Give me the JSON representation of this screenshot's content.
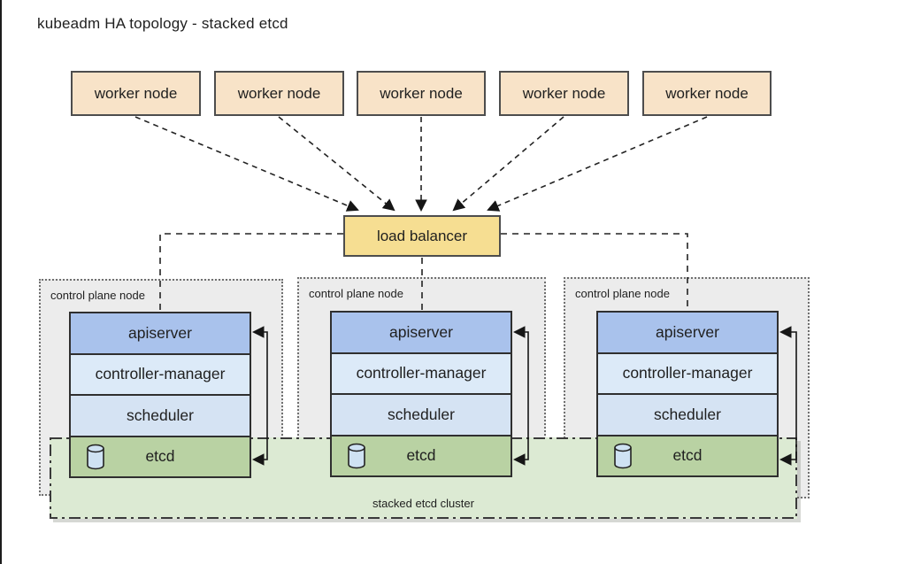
{
  "title": "kubeadm HA topology - stacked etcd",
  "workers": [
    "worker node",
    "worker node",
    "worker node",
    "worker node",
    "worker node"
  ],
  "load_balancer": {
    "label": "load balancer"
  },
  "control_planes": [
    {
      "label": "control plane node",
      "components": [
        "apiserver",
        "controller-manager",
        "scheduler",
        "etcd"
      ]
    },
    {
      "label": "control plane node",
      "components": [
        "apiserver",
        "controller-manager",
        "scheduler",
        "etcd"
      ]
    },
    {
      "label": "control plane node",
      "components": [
        "apiserver",
        "controller-manager",
        "scheduler",
        "etcd"
      ]
    }
  ],
  "etcd_cluster": {
    "label": "stacked etcd cluster"
  },
  "colors": {
    "worker-fill": "#f8e3c8",
    "lb-fill": "#f6de92",
    "apiserver-fill": "#a9c2ec",
    "controller-fill": "#dceaf8",
    "scheduler-fill": "#d5e3f3",
    "etcd-fill": "#b9d2a3",
    "cluster-fill": "#dcead3",
    "node-fill": "#ececec",
    "ink": "#1f1f1f"
  }
}
